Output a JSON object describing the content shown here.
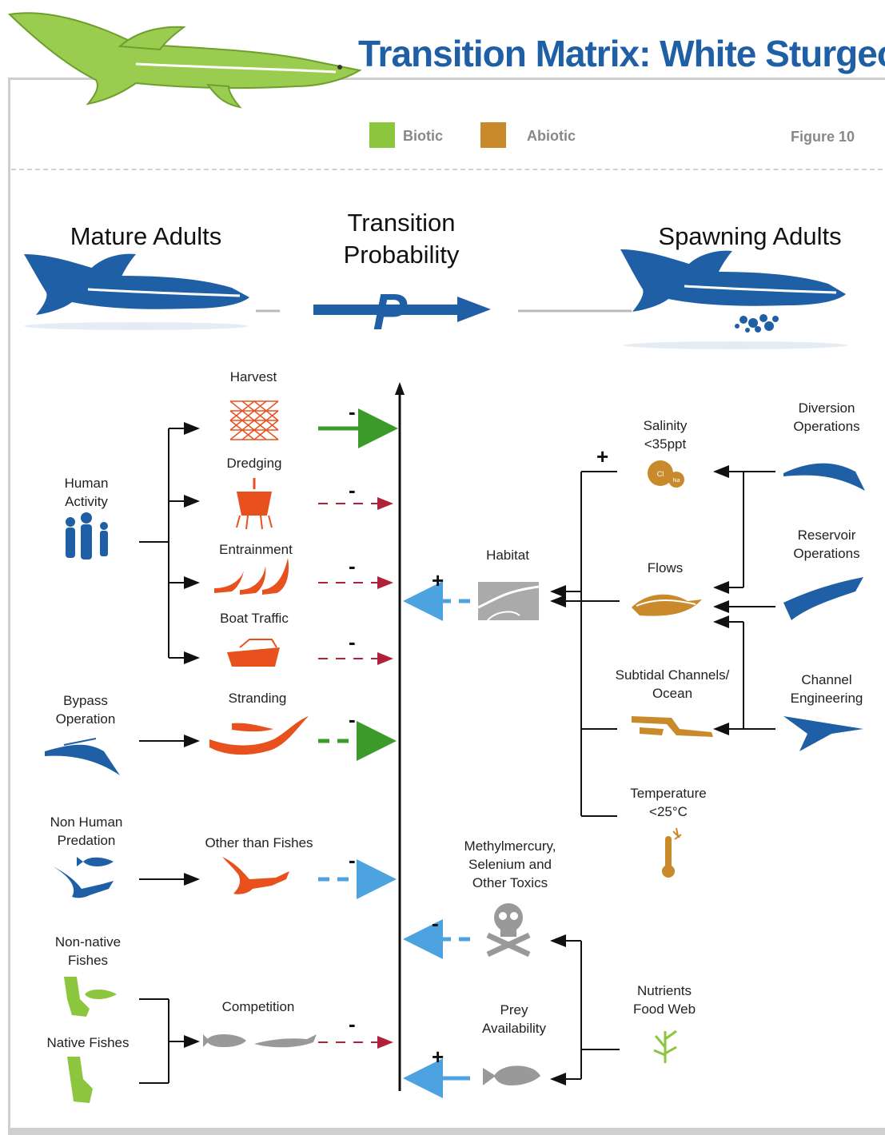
{
  "title": "Transition Matrix: White Sturgeon",
  "legend": [
    {
      "label": "Biotic",
      "color": "#8cc63f"
    },
    {
      "label": "Abiotic",
      "color": "#c98a2c"
    }
  ],
  "figure_label": "Figure 10",
  "stages": {
    "from": "Mature Adults",
    "center": "Transition\nProbability",
    "p_symbol": "P",
    "to": "Spawning Adults"
  },
  "colors": {
    "human": "#e8501e",
    "abiotic": "#c98a2c",
    "biotic": "#8cc63f",
    "drivers": "#1f5fa6",
    "neutral": "#999999",
    "green_arrow": "#3a9a2a",
    "light_blue": "#4da3e0",
    "dark_red": "#b0223a"
  },
  "drivers": {
    "human_activity": "Human\nActivity",
    "bypass_operation": "Bypass\nOperation",
    "non_human_predation": "Non Human\nPredation",
    "non_native_fishes": "Non-native\nFishes",
    "native_fishes": "Native Fishes",
    "diversion_operations": "Diversion\nOperations",
    "reservoir_operations": "Reservoir\nOperations",
    "channel_engineering": "Channel\nEngineering",
    "nutrients_food_web": "Nutrients\nFood Web"
  },
  "factors": {
    "harvest": "Harvest",
    "dredging": "Dredging",
    "entrainment": "Entrainment",
    "boat_traffic": "Boat Traffic",
    "stranding": "Stranding",
    "other_than_fishes": "Other than Fishes",
    "competition": "Competition",
    "habitat": "Habitat",
    "salinity": "Salinity\n<35ppt",
    "flows": "Flows",
    "subtidal_channels": "Subtidal Channels/\nOcean",
    "temperature": "Temperature\n<25°C",
    "toxics": "Methylmercury,\nSelenium and\nOther Toxics",
    "prey_availability": "Prey\nAvailability"
  },
  "signs": {
    "harvest": "-",
    "dredging": "-",
    "entrainment": "-",
    "boat_traffic": "-",
    "stranding": "-",
    "other_than_fishes": "-",
    "competition": "-",
    "habitat": "+",
    "salinity": "+",
    "toxics": "-",
    "prey": "+"
  },
  "icons": {
    "header_fish": "sturgeon-icon",
    "salinity_cl": "Cl",
    "salinity_na": "Na",
    "ca_label": "CA"
  }
}
